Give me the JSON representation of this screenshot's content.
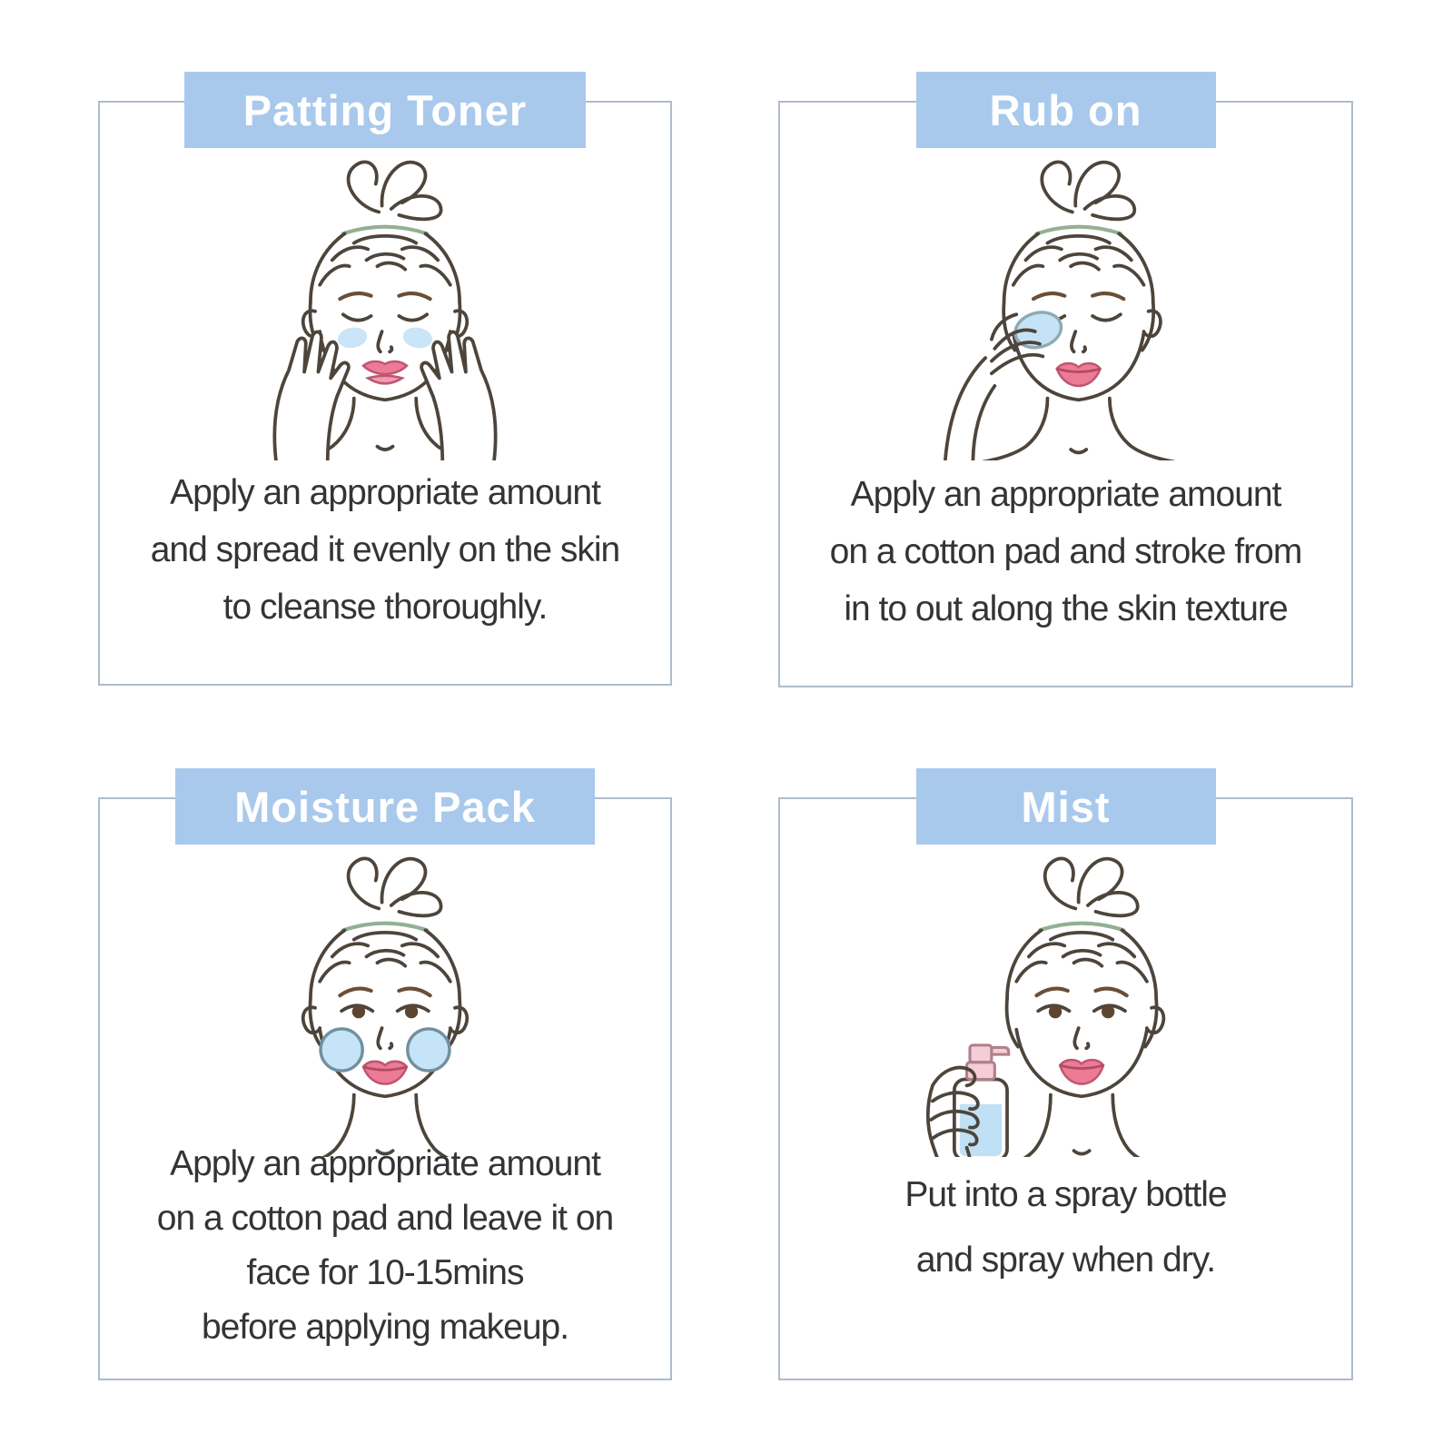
{
  "palette": {
    "banner_blue": "#a9c9ec",
    "panel_border": "#aebccb",
    "body_text": "#343434",
    "line_art": "#4d453b",
    "lip_pink": "#ec7b95",
    "pad_blue": "#c6e3f6",
    "headband_green": "#93b093",
    "pump_pink": "#f4cdd7"
  },
  "panels": [
    {
      "id": "patting-toner",
      "title": "Patting Toner",
      "lines": [
        "Apply an appropriate amount",
        "and spread it evenly on the skin",
        "to cleanse thoroughly."
      ],
      "illustration": "woman-patting-toner-on-face-with-both-hands"
    },
    {
      "id": "rub-on",
      "title": "Rub on",
      "lines": [
        "Apply an appropriate amount",
        "on a cotton pad and stroke from",
        "in to out along the skin texture"
      ],
      "illustration": "woman-wiping-cheek-with-cotton-pad"
    },
    {
      "id": "moisture-pack",
      "title": "Moisture Pack",
      "lines": [
        "Apply an appropriate amount",
        "on a cotton pad and leave it on",
        "face for 10-15mins",
        "before applying makeup."
      ],
      "illustration": "woman-with-cotton-pads-on-cheeks"
    },
    {
      "id": "mist",
      "title": "Mist",
      "lines": [
        "Put into a spray bottle",
        "and spray when dry."
      ],
      "illustration": "woman-holding-spray-bottle"
    }
  ]
}
